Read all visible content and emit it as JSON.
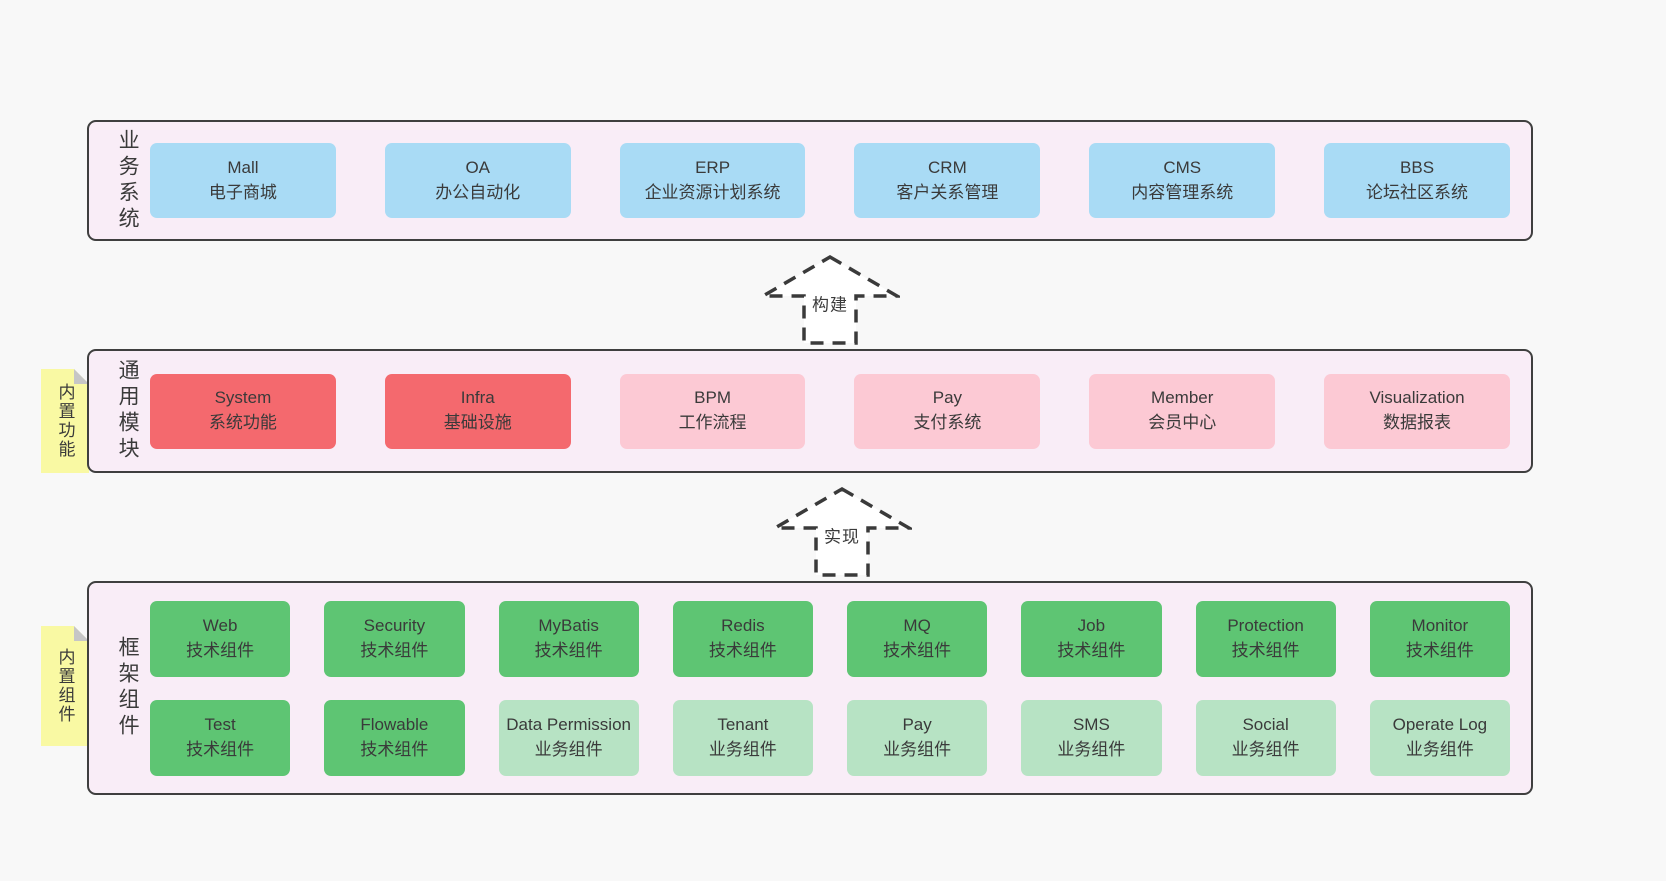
{
  "colors": {
    "page_bg": "#f8f8f8",
    "container_bg": "#f9edf7",
    "container_border": "#3f3f3f",
    "blue_box": "#a9dbf5",
    "red_box": "#f4696e",
    "pink_box": "#fcc9d4",
    "green_box": "#5ec573",
    "light_green_box": "#b7e3c4",
    "tab_yellow": "#f9f9a3",
    "fold_gray": "#c6c6c6",
    "text": "#3a3a3a"
  },
  "arrows": {
    "build": "构建",
    "implement": "实现"
  },
  "sections": {
    "business": {
      "label": "业务系统",
      "boxes": [
        {
          "title": "Mall",
          "subtitle": "电子商城",
          "variant": "blue"
        },
        {
          "title": "OA",
          "subtitle": "办公自动化",
          "variant": "blue"
        },
        {
          "title": "ERP",
          "subtitle": "企业资源计划系统",
          "variant": "blue"
        },
        {
          "title": "CRM",
          "subtitle": "客户关系管理",
          "variant": "blue"
        },
        {
          "title": "CMS",
          "subtitle": "内容管理系统",
          "variant": "blue"
        },
        {
          "title": "BBS",
          "subtitle": "论坛社区系统",
          "variant": "blue"
        }
      ]
    },
    "modules": {
      "label": "通用模块",
      "tab": "内置功能",
      "boxes": [
        {
          "title": "System",
          "subtitle": "系统功能",
          "variant": "red"
        },
        {
          "title": "Infra",
          "subtitle": "基础设施",
          "variant": "red"
        },
        {
          "title": "BPM",
          "subtitle": "工作流程",
          "variant": "pink"
        },
        {
          "title": "Pay",
          "subtitle": "支付系统",
          "variant": "pink"
        },
        {
          "title": "Member",
          "subtitle": "会员中心",
          "variant": "pink"
        },
        {
          "title": "Visualization",
          "subtitle": "数据报表",
          "variant": "pink"
        }
      ]
    },
    "components": {
      "label": "框架组件",
      "tab": "内置组件",
      "row1": [
        {
          "title": "Web",
          "subtitle": "技术组件",
          "variant": "green"
        },
        {
          "title": "Security",
          "subtitle": "技术组件",
          "variant": "green"
        },
        {
          "title": "MyBatis",
          "subtitle": "技术组件",
          "variant": "green"
        },
        {
          "title": "Redis",
          "subtitle": "技术组件",
          "variant": "green"
        },
        {
          "title": "MQ",
          "subtitle": "技术组件",
          "variant": "green"
        },
        {
          "title": "Job",
          "subtitle": "技术组件",
          "variant": "green"
        },
        {
          "title": "Protection",
          "subtitle": "技术组件",
          "variant": "green"
        },
        {
          "title": "Monitor",
          "subtitle": "技术组件",
          "variant": "green"
        }
      ],
      "row2": [
        {
          "title": "Test",
          "subtitle": "技术组件",
          "variant": "green"
        },
        {
          "title": "Flowable",
          "subtitle": "技术组件",
          "variant": "green"
        },
        {
          "title": "Data Permission",
          "subtitle": "业务组件",
          "variant": "lightgreen"
        },
        {
          "title": "Tenant",
          "subtitle": "业务组件",
          "variant": "lightgreen"
        },
        {
          "title": "Pay",
          "subtitle": "业务组件",
          "variant": "lightgreen"
        },
        {
          "title": "SMS",
          "subtitle": "业务组件",
          "variant": "lightgreen"
        },
        {
          "title": "Social",
          "subtitle": "业务组件",
          "variant": "lightgreen"
        },
        {
          "title": "Operate Log",
          "subtitle": "业务组件",
          "variant": "lightgreen"
        }
      ]
    }
  }
}
